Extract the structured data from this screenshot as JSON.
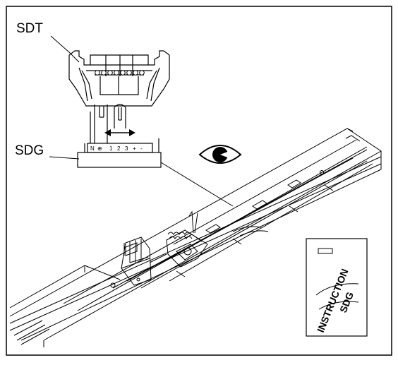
{
  "labels": {
    "sdt": "SDT",
    "sdg": "SDG"
  },
  "terminal_block": {
    "terminals": [
      "N",
      "⊕",
      "1",
      "2",
      "3",
      "+",
      "-"
    ]
  },
  "instruction_sheet": {
    "line1": "INSTRUCTION",
    "line2": "SDG"
  },
  "icons": {
    "eye": "eye-icon",
    "slide_arrow": "double-arrow-icon"
  },
  "colors": {
    "ink": "#000000",
    "paper": "#ffffff"
  }
}
